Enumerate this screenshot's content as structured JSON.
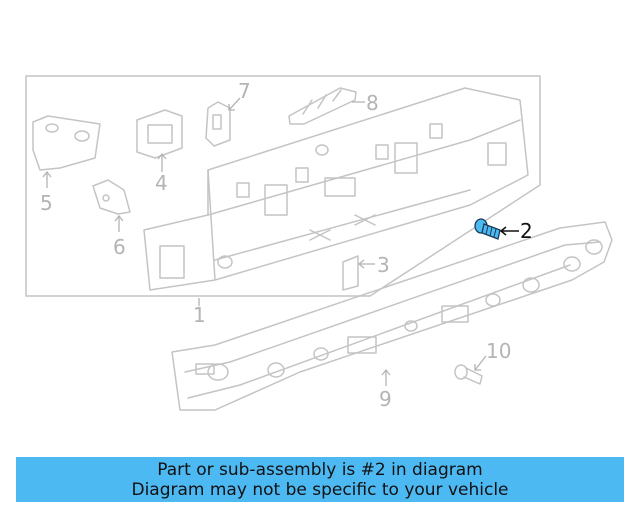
{
  "callouts": {
    "c1": "1",
    "c2": "2",
    "c3": "3",
    "c4": "4",
    "c5": "5",
    "c6": "6",
    "c7": "7",
    "c8": "8",
    "c9": "9",
    "c10": "10"
  },
  "highlight": {
    "part": "2",
    "color": "#4db9f3"
  },
  "banner": {
    "line1": "Part or sub-assembly is #2 in diagram",
    "line2": "Diagram may not be specific to your vehicle",
    "background": "#4db9f3"
  }
}
